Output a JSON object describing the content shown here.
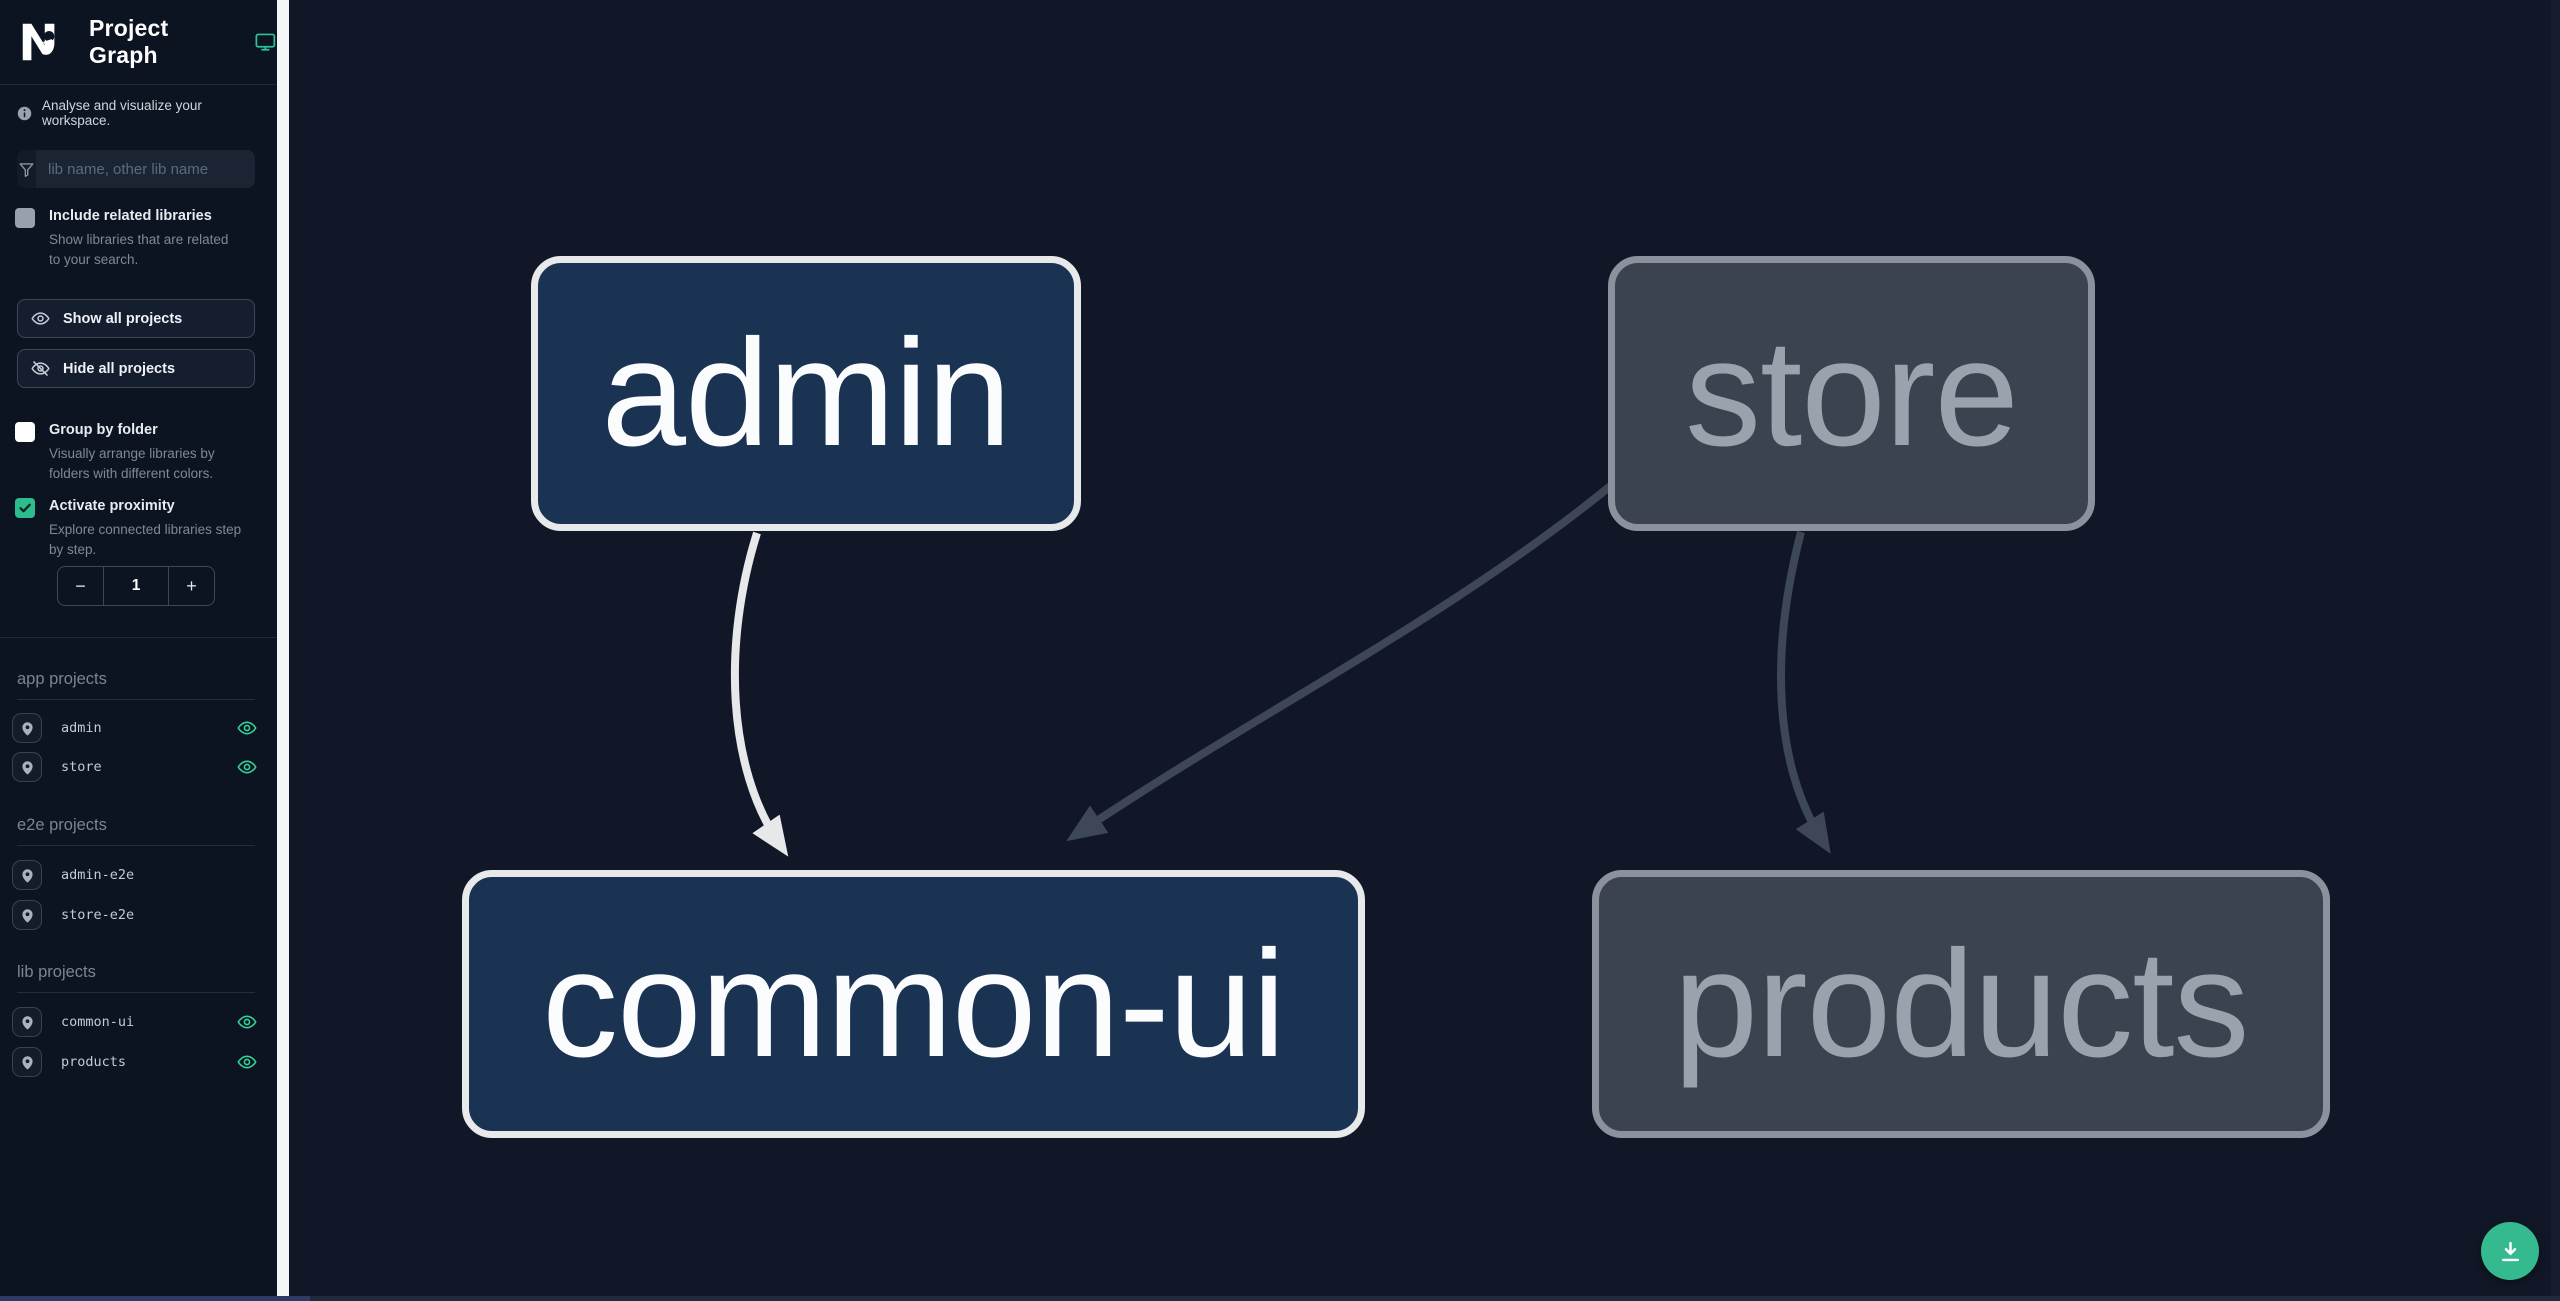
{
  "header": {
    "title": "Project Graph",
    "logo": "nx-logo",
    "theme_icon": "monitor-icon"
  },
  "intro": {
    "text": "Analyse and visualize your workspace."
  },
  "search": {
    "placeholder": "lib name, other lib name",
    "value": ""
  },
  "options": {
    "include_related": {
      "label": "Include related libraries",
      "description": "Show libraries that are related to your search.",
      "checked": false
    },
    "show_all_label": "Show all projects",
    "hide_all_label": "Hide all projects",
    "group_by_folder": {
      "label": "Group by folder",
      "description": "Visually arrange libraries by folders with different colors.",
      "checked": false
    },
    "proximity": {
      "label": "Activate proximity",
      "description": "Explore connected libraries step by step.",
      "checked": true,
      "decrement": "−",
      "value": "1",
      "increment": "+"
    }
  },
  "sections": [
    {
      "title": "app projects",
      "projects": [
        {
          "name": "admin",
          "visible": true
        },
        {
          "name": "store",
          "visible": true
        }
      ]
    },
    {
      "title": "e2e projects",
      "projects": [
        {
          "name": "admin-e2e",
          "visible": false
        },
        {
          "name": "store-e2e",
          "visible": false
        }
      ]
    },
    {
      "title": "lib projects",
      "projects": [
        {
          "name": "common-ui",
          "visible": true
        },
        {
          "name": "products",
          "visible": true
        }
      ]
    }
  ],
  "graph": {
    "nodes": [
      {
        "id": "admin",
        "label": "admin",
        "state": "focused"
      },
      {
        "id": "store",
        "label": "store",
        "state": "unfocused"
      },
      {
        "id": "common-ui",
        "label": "common-ui",
        "state": "focused"
      },
      {
        "id": "products",
        "label": "products",
        "state": "unfocused"
      }
    ],
    "edges": [
      {
        "source": "admin",
        "target": "common-ui",
        "highlighted": true
      },
      {
        "source": "store",
        "target": "common-ui",
        "highlighted": false
      },
      {
        "source": "store",
        "target": "products",
        "highlighted": false
      }
    ],
    "colors": {
      "canvas_bg": "#111726",
      "focused_fill": "#1b3353",
      "focused_border": "#e7e9eb",
      "unfocused_fill": "#3c4350",
      "unfocused_border": "#8b919d",
      "unfocused_text": "#9aa2ad",
      "edge_highlight": "#e6e8ea",
      "edge_dim": "#3e4756"
    }
  },
  "fab": {
    "icon": "download-icon",
    "color": "#35ba90"
  },
  "colors": {
    "sidebar_bg": "#0d1421",
    "accent_green": "#2dbd8d",
    "eye_green": "#34d399",
    "monitor_teal": "#2cc298"
  }
}
